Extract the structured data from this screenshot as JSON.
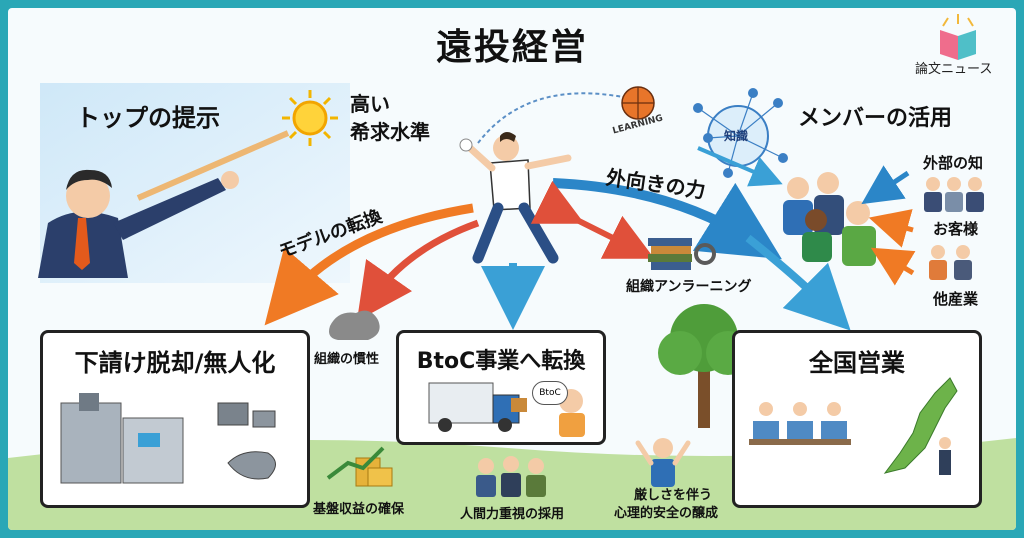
{
  "title": "遠投経営",
  "brand": "論文ニュース",
  "top": {
    "label": "トップの提示",
    "goal_line1": "高い",
    "goal_line2": "希求水準"
  },
  "learning_ball": "LEARNING",
  "member": {
    "label": "メンバーの活用",
    "knowledge": "知識"
  },
  "external": {
    "knowledge": "外部の知",
    "customers": "お客様",
    "industries": "他産業"
  },
  "forces": {
    "outward": "外向きの力",
    "model_change": "モデルの転換",
    "org_unlearning": "組織アンラーニング",
    "inertia": "組織の慣性"
  },
  "boxes": {
    "subcontract": "下請け脱却/無人化",
    "btoc": "BtoC事業へ転換",
    "btoc_bubble": "BtoC",
    "national": "全国営業"
  },
  "bottom": {
    "revenue": "基盤収益の確保",
    "hiring": "人間力重視の採用",
    "safety_line1": "厳しさを伴う",
    "safety_line2": "心理的安全の醸成"
  }
}
